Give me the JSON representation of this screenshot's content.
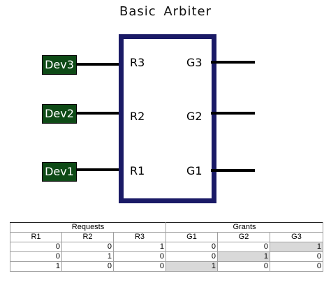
{
  "title": "Basic  Arbiter",
  "devices": [
    "Dev3",
    "Dev2",
    "Dev1"
  ],
  "requests": [
    "R3",
    "R2",
    "R1"
  ],
  "grants": [
    "G3",
    "G2",
    "G1"
  ],
  "colors": {
    "device_fill": "#0e4a16",
    "arbiter_border": "#1a1a66",
    "highlight": "#d9d9d9"
  },
  "table": {
    "group_headers": [
      "Requests",
      "Grants"
    ],
    "columns": [
      "R1",
      "R2",
      "R3",
      "G1",
      "G2",
      "G3"
    ],
    "rows": [
      [
        "0",
        "0",
        "1",
        "0",
        "0",
        "1"
      ],
      [
        "0",
        "1",
        "0",
        "0",
        "1",
        "0"
      ],
      [
        "1",
        "0",
        "0",
        "1",
        "0",
        "0"
      ]
    ],
    "highlighted_cells": [
      [
        0,
        5
      ],
      [
        1,
        4
      ],
      [
        2,
        3
      ]
    ]
  }
}
